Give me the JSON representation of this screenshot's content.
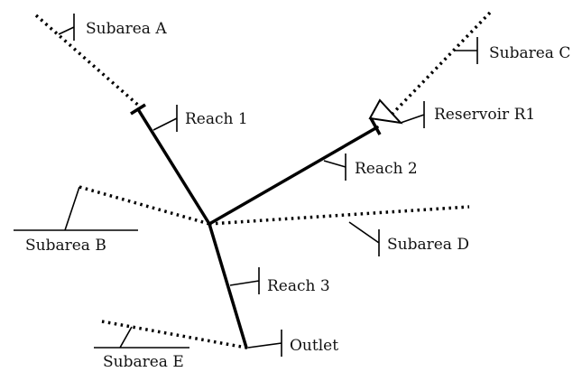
{
  "diagram": {
    "colors": {
      "stroke": "#000000",
      "text": "#111111",
      "background": "#ffffff"
    },
    "labels": {
      "subarea_a": "Subarea A",
      "subarea_b": "Subarea B",
      "subarea_c": "Subarea C",
      "subarea_d": "Subarea D",
      "subarea_e": "Subarea E",
      "reach_1": "Reach 1",
      "reach_2": "Reach 2",
      "reach_3": "Reach 3",
      "reservoir_r1": "Reservoir R1",
      "outlet": "Outlet"
    }
  }
}
